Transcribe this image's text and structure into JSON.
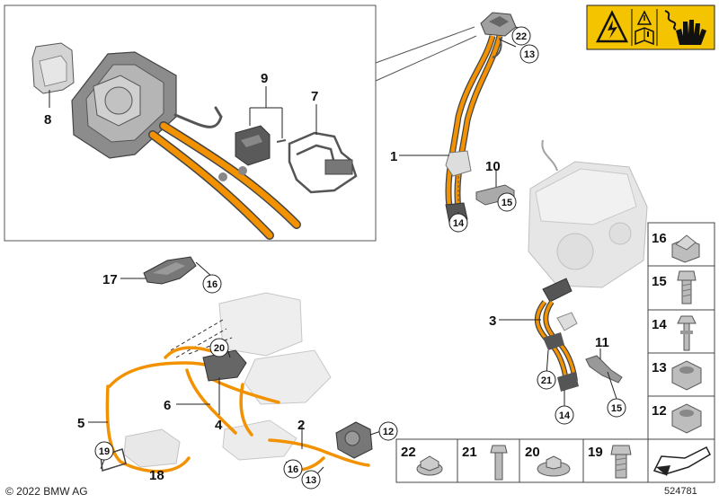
{
  "callouts": {
    "c1": "1",
    "c2": "2",
    "c3": "3",
    "c4": "4",
    "c5": "5",
    "c6": "6",
    "c7": "7",
    "c8": "8",
    "c9": "9",
    "c10": "10",
    "c11": "11",
    "c17": "17",
    "c18": "18",
    "circ12": "12",
    "circ13a": "13",
    "circ13b": "13",
    "circ14a": "14",
    "circ14b": "14",
    "circ15a": "15",
    "circ15b": "15",
    "circ16a": "16",
    "circ16b": "16",
    "circ19": "19",
    "circ20": "20",
    "circ21": "21",
    "circ22": "22"
  },
  "parts_grid": {
    "right_column": [
      "16",
      "15",
      "14",
      "13",
      "12"
    ],
    "bottom_row": [
      "22",
      "21",
      "20",
      "19"
    ]
  },
  "colors": {
    "cable": "#f39200",
    "warning_bg": "#f5c400"
  },
  "icons": [
    "high-voltage-warning-icon",
    "general-warning-icon",
    "read-manual-icon",
    "electric-shock-hand-icon",
    "next-page-arrow-icon"
  ],
  "footer": {
    "copyright": "© 2022 BMW AG",
    "image_id": "524781"
  }
}
